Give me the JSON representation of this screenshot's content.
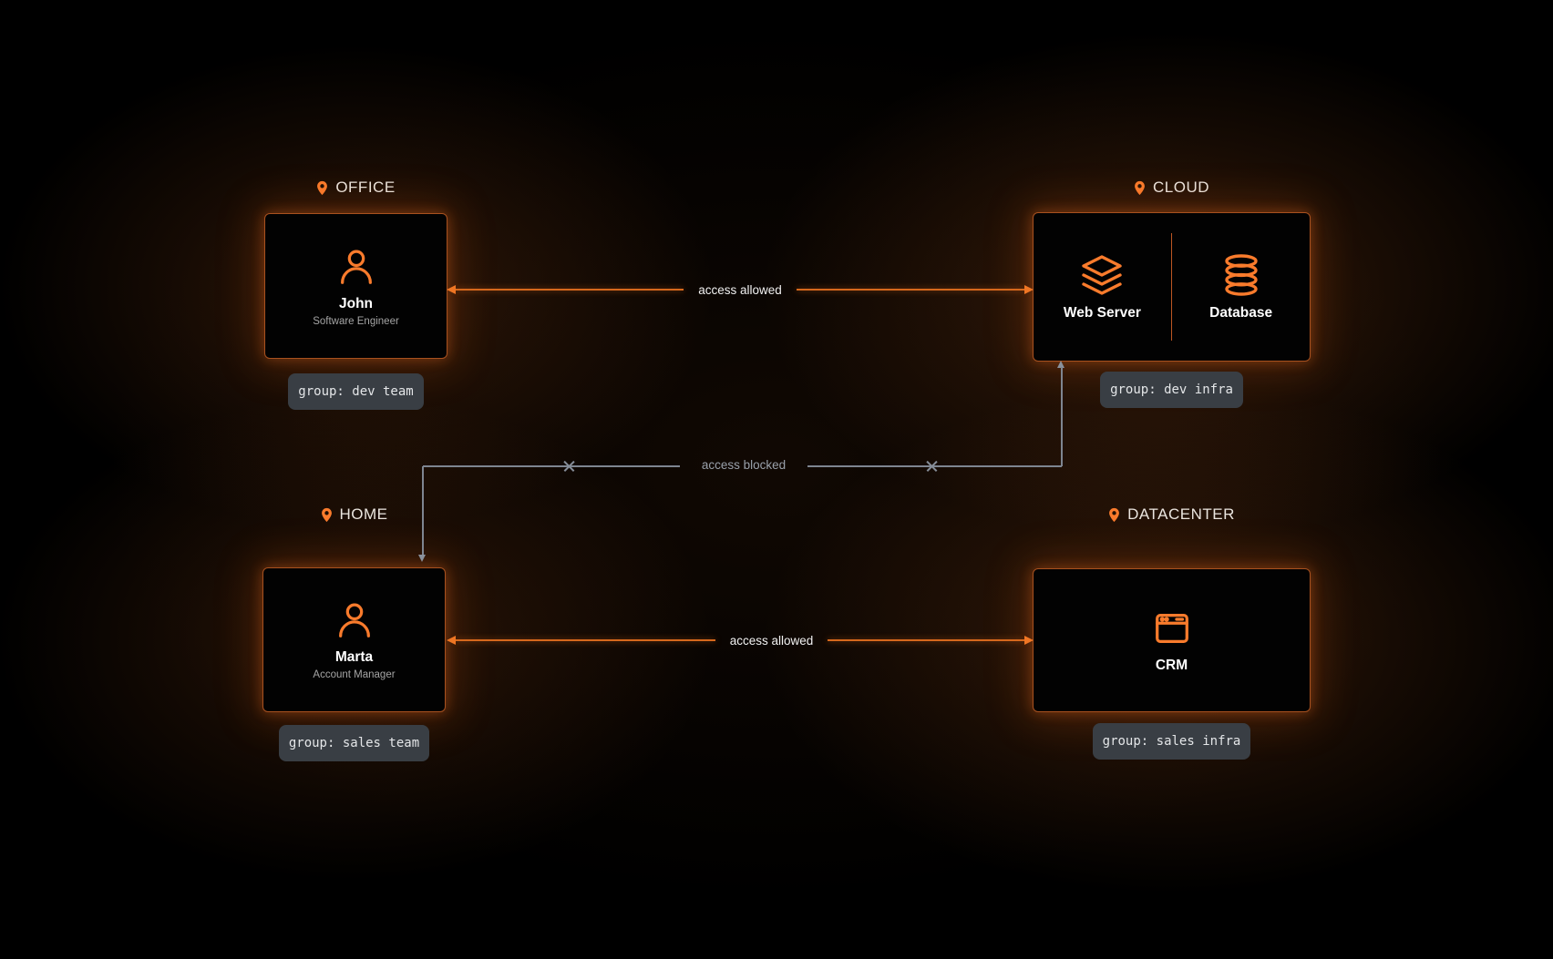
{
  "diagram": {
    "sites": [
      {
        "label": "OFFICE",
        "group": "group: dev team"
      },
      {
        "label": "CLOUD",
        "group": "group: dev infra"
      },
      {
        "label": "HOME",
        "group": "group: sales team"
      },
      {
        "label": "DATACENTER",
        "group": "group: sales infra"
      }
    ],
    "nodes": {
      "john": {
        "name": "John",
        "role": "Software Engineer",
        "icon": "person-icon"
      },
      "web_server": {
        "name": "Web Server",
        "icon": "layers-icon"
      },
      "database": {
        "name": "Database",
        "icon": "database-icon"
      },
      "marta": {
        "name": "Marta",
        "role": "Account Manager",
        "icon": "person-icon"
      },
      "crm": {
        "name": "CRM",
        "icon": "app-window-icon"
      }
    },
    "connections": [
      {
        "from": "John",
        "to": "Cloud",
        "label": "access allowed",
        "status": "allowed"
      },
      {
        "from": "Marta",
        "to": "Cloud",
        "label": "access blocked",
        "status": "blocked"
      },
      {
        "from": "Marta",
        "to": "CRM",
        "label": "access allowed",
        "status": "allowed"
      }
    ],
    "colors": {
      "accent_orange": "#f97b2c",
      "line_orange": "#d6681c",
      "blocked_gray": "#8a919c",
      "badge_bg": "#393e44",
      "card_bg": "#020202",
      "text_primary": "#ffffff",
      "text_muted": "#a5a5a5",
      "site_label": "#eae5df"
    }
  }
}
